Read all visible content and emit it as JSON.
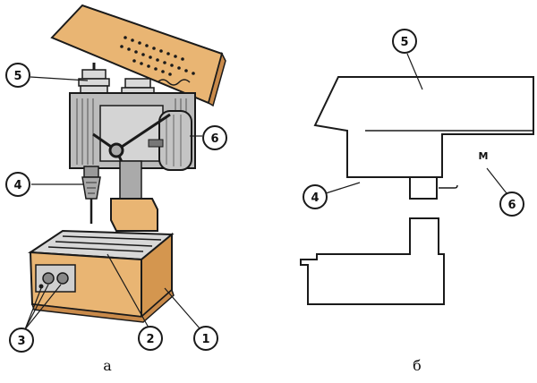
{
  "figure_a": {
    "label": "а",
    "callouts": [
      {
        "id": "callout-a-5",
        "text": "5"
      },
      {
        "id": "callout-a-6",
        "text": "6"
      },
      {
        "id": "callout-a-4",
        "text": "4"
      },
      {
        "id": "callout-a-3",
        "text": "3"
      },
      {
        "id": "callout-a-2",
        "text": "2"
      },
      {
        "id": "callout-a-1",
        "text": "1"
      }
    ]
  },
  "figure_b": {
    "label": "б",
    "motor_label": "М",
    "callouts": [
      {
        "id": "callout-b-5",
        "text": "5"
      },
      {
        "id": "callout-b-4",
        "text": "4"
      },
      {
        "id": "callout-b-6",
        "text": "6"
      }
    ]
  },
  "colors": {
    "wood": "#e9b573",
    "wood_dark": "#c98a4a",
    "metal_grey": "#8c8c8c",
    "ink": "#1a1a1a",
    "background": "#ffffff"
  }
}
